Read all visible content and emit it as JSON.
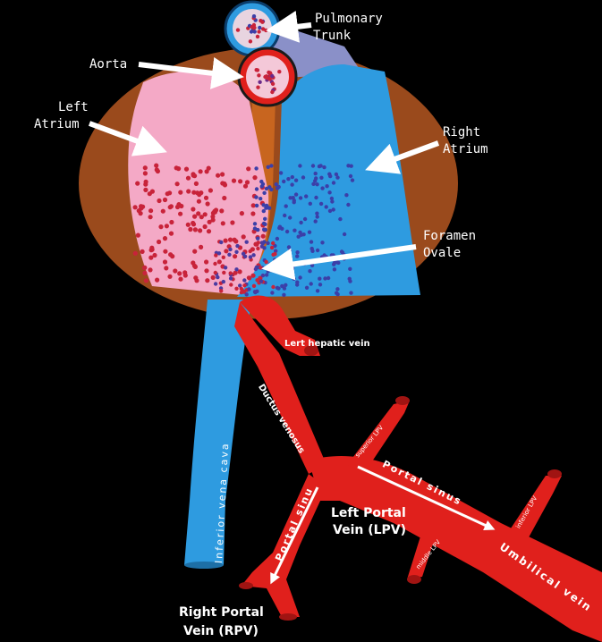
{
  "labels": {
    "pulmonary_trunk": [
      "Pulmonary",
      "Trunk"
    ],
    "aorta": "Aorta",
    "left_atrium": [
      "Left",
      "Atrium"
    ],
    "right_atrium": [
      "Right",
      "Atrium"
    ],
    "foramen_ovale": [
      "Foramen",
      "Ovale"
    ],
    "left_hepatic_vein": "Lert hepatic vein",
    "ductus_venosus": "Ductus venosus",
    "inferior_vena_cava": "Inferior vena cava",
    "superior_lpv": "superior LPV",
    "inferior_lpv": "inferior LPV",
    "middle_lpv": "middle LPV",
    "portal_sinus_right": "Portal sinus",
    "portal_sinus_left": "Portal sinus",
    "umbilical_vein": "Umbilical vein",
    "left_portal_vein": [
      "Left Portal",
      "Vein (LPV)"
    ],
    "right_portal_vein": [
      "Right Portal",
      "Vein (RPV)"
    ]
  },
  "colors": {
    "background": "#000000",
    "heart_outer": "#9a4a1c",
    "left_atrium": "#f4a9c6",
    "right_atrium": "#2e9be0",
    "vein_red": "#e0201c",
    "ivc_blue": "#2e9be0",
    "pulmonary_band": "#8a90c8",
    "label_white": "#ffffff"
  }
}
